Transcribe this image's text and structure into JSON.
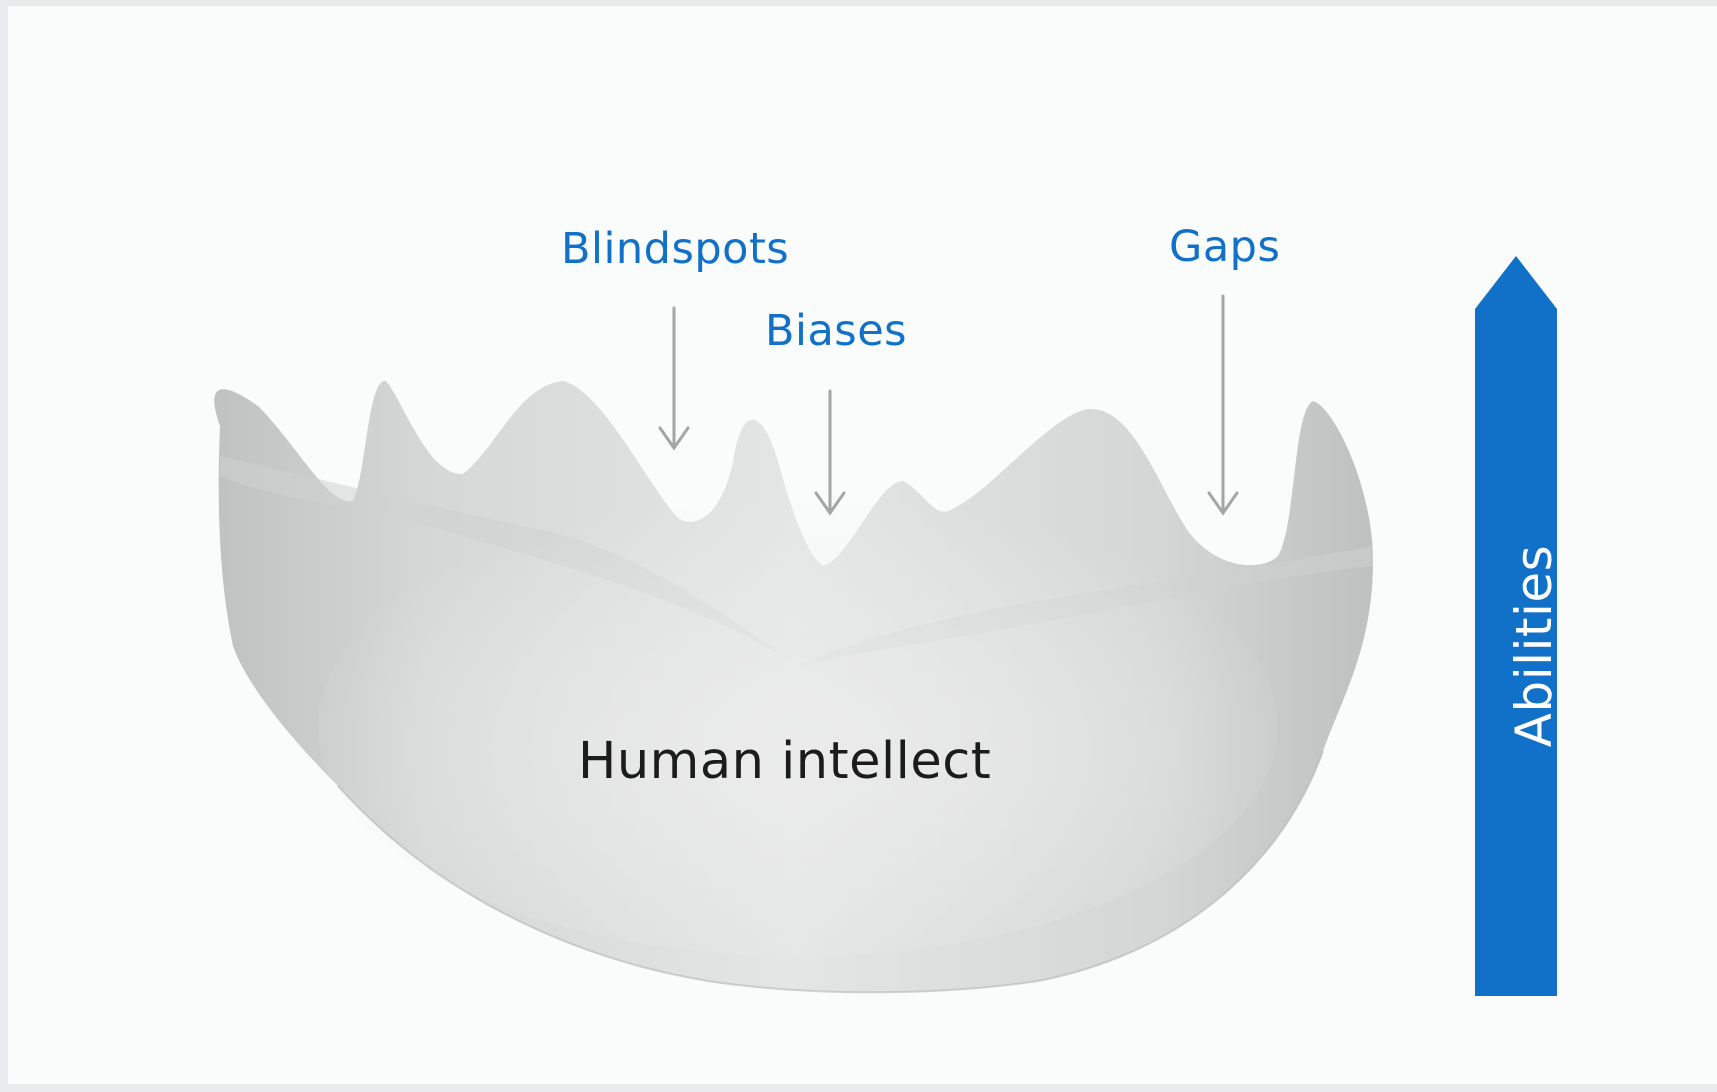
{
  "colors": {
    "accent": "#1170c7",
    "bowl_light": "#e2e4e4",
    "bowl_shadow": "#b9bbbb",
    "pointer_arrow": "#a5a5a5"
  },
  "labels": {
    "blindspots": "Blindspots",
    "biases": "Biases",
    "gaps": "Gaps"
  },
  "bowl": {
    "label": "Human intellect"
  },
  "abilities_arrow": {
    "label": "Abilities",
    "direction": "up"
  }
}
